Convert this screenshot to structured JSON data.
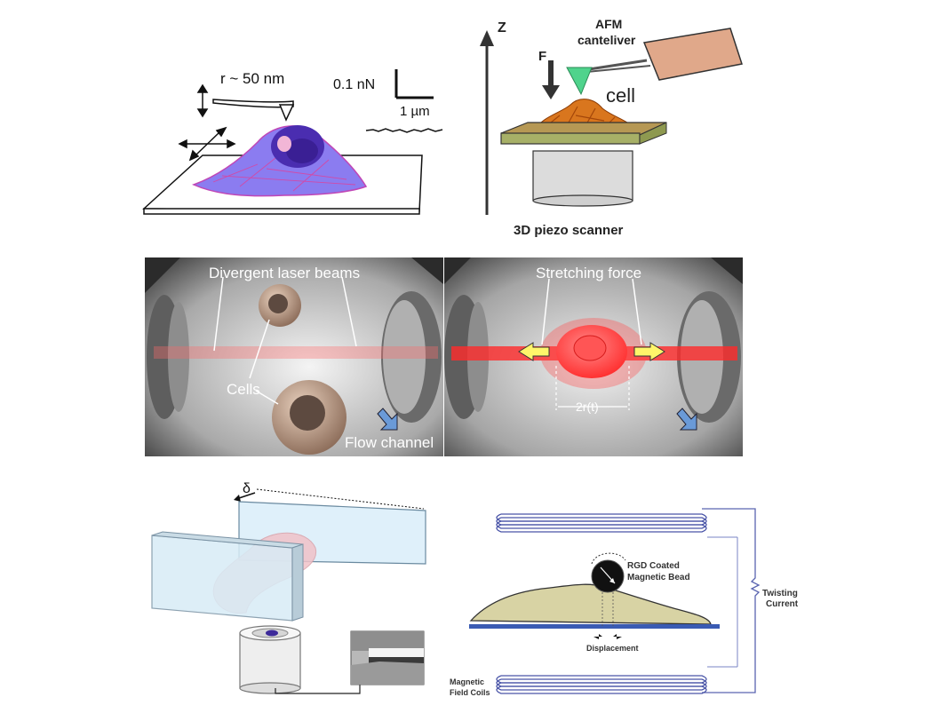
{
  "afm_probe": {
    "tip_radius": "r ~ 50 nm",
    "force_scale": "0.1 nN",
    "length_scale": "1 µm"
  },
  "afm_setup": {
    "axis": "Z",
    "force": "F",
    "cantilever_line1": "AFM",
    "cantilever_line2": "canteliver",
    "cell": "cell",
    "scanner": "3D piezo scanner"
  },
  "optical_stretcher": {
    "left_title": "Divergent laser beams",
    "cells": "Cells",
    "flow": "Flow channel",
    "right_title": "Stretching force",
    "radius": "2r(t)"
  },
  "plate_rheometer": {
    "deflection": "δ"
  },
  "magnetic_twisting": {
    "bead_line1": "RGD Coated",
    "bead_line2": "Magnetic Bead",
    "displacement": "Displacement",
    "current_line1": "Twisting",
    "current_line2": "Current",
    "coils_line1": "Magnetic",
    "coils_line2": "Field Coils"
  },
  "colors": {
    "cell_purple": "#7a63e6",
    "cell_orange": "#d9761e",
    "laser_red": "#ff2a2a",
    "bead_cell": "#d8d3a4",
    "coil_blue": "#4a55a8"
  }
}
